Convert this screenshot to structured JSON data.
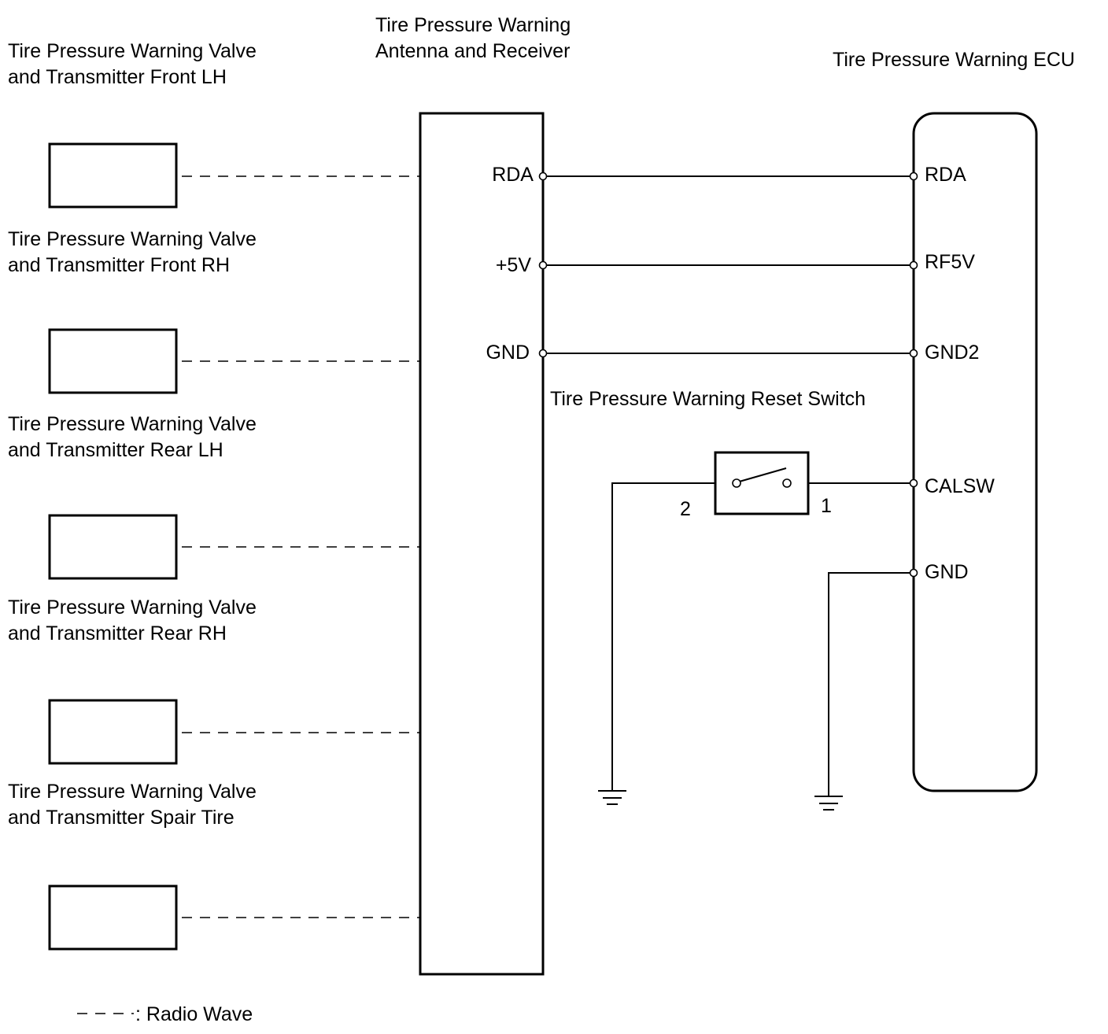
{
  "transmitters": [
    {
      "label_line1": "Tire Pressure Warning Valve",
      "label_line2": "and Transmitter Front LH"
    },
    {
      "label_line1": "Tire Pressure Warning Valve",
      "label_line2": "and Transmitter Front RH"
    },
    {
      "label_line1": "Tire Pressure Warning Valve",
      "label_line2": "and Transmitter Rear LH"
    },
    {
      "label_line1": "Tire Pressure Warning Valve",
      "label_line2": "and Transmitter Rear RH"
    },
    {
      "label_line1": "Tire Pressure Warning Valve",
      "label_line2": "and Transmitter Spair Tire"
    }
  ],
  "receiver": {
    "title_line1": "Tire Pressure Warning",
    "title_line2": "Antenna and Receiver",
    "pins": [
      "RDA",
      "+5V",
      "GND"
    ]
  },
  "ecu": {
    "title": "Tire Pressure Warning ECU",
    "pins": [
      "RDA",
      "RF5V",
      "GND2",
      "CALSW",
      "GND"
    ]
  },
  "reset_switch": {
    "title": "Tire Pressure Warning Reset Switch",
    "terminal_left": "2",
    "terminal_right": "1"
  },
  "legend": {
    "symbol": "– – – :",
    "text": "Radio Wave"
  }
}
